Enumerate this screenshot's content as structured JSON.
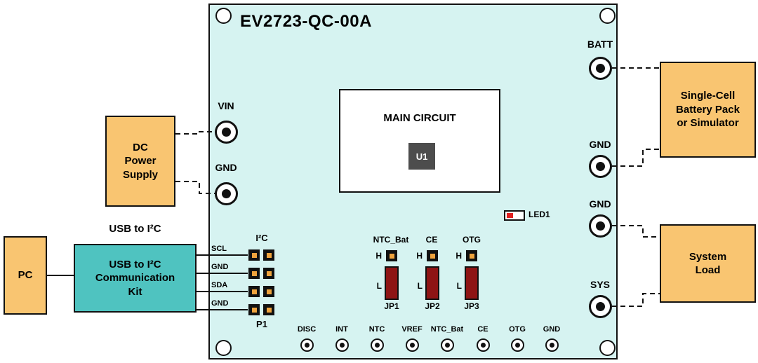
{
  "board": {
    "title": "EV2723-QC-00A",
    "main_circuit": {
      "label": "MAIN CIRCUIT",
      "chip_label": "U1"
    },
    "led_label": "LED1",
    "vin_label": "VIN",
    "gnd_left_label": "GND",
    "batt_label": "BATT",
    "gnd_right1_label": "GND",
    "gnd_right2_label": "GND",
    "sys_label": "SYS",
    "i2c_header": {
      "title": "I²C",
      "name": "P1",
      "signals": [
        "SCL",
        "GND",
        "SDA",
        "GND"
      ]
    },
    "jumpers": [
      {
        "title": "NTC_Bat",
        "name": "JP1",
        "high": "H",
        "low": "L"
      },
      {
        "title": "CE",
        "name": "JP2",
        "high": "H",
        "low": "L"
      },
      {
        "title": "OTG",
        "name": "JP3",
        "high": "H",
        "low": "L"
      }
    ],
    "test_points": [
      "DISC",
      "INT",
      "NTC",
      "VREF",
      "NTC_Bat",
      "CE",
      "OTG",
      "GND"
    ]
  },
  "external": {
    "pc_label": "PC",
    "dc_supply_label": "DC\nPower\nSupply",
    "usb_kit_title": "USB to I²C",
    "usb_kit_label": "USB to I²C\nCommunication\nKit",
    "battery_label": "Single-Cell\nBattery Pack\nor Simulator",
    "system_load_label": "System\nLoad"
  },
  "colors": {
    "board": "#d6f3f1",
    "block_orange": "#f9c571",
    "block_teal": "#4fc3c0",
    "jumper_red": "#8e1414",
    "pin_orange": "#efa33d",
    "led_red": "#e02020"
  }
}
